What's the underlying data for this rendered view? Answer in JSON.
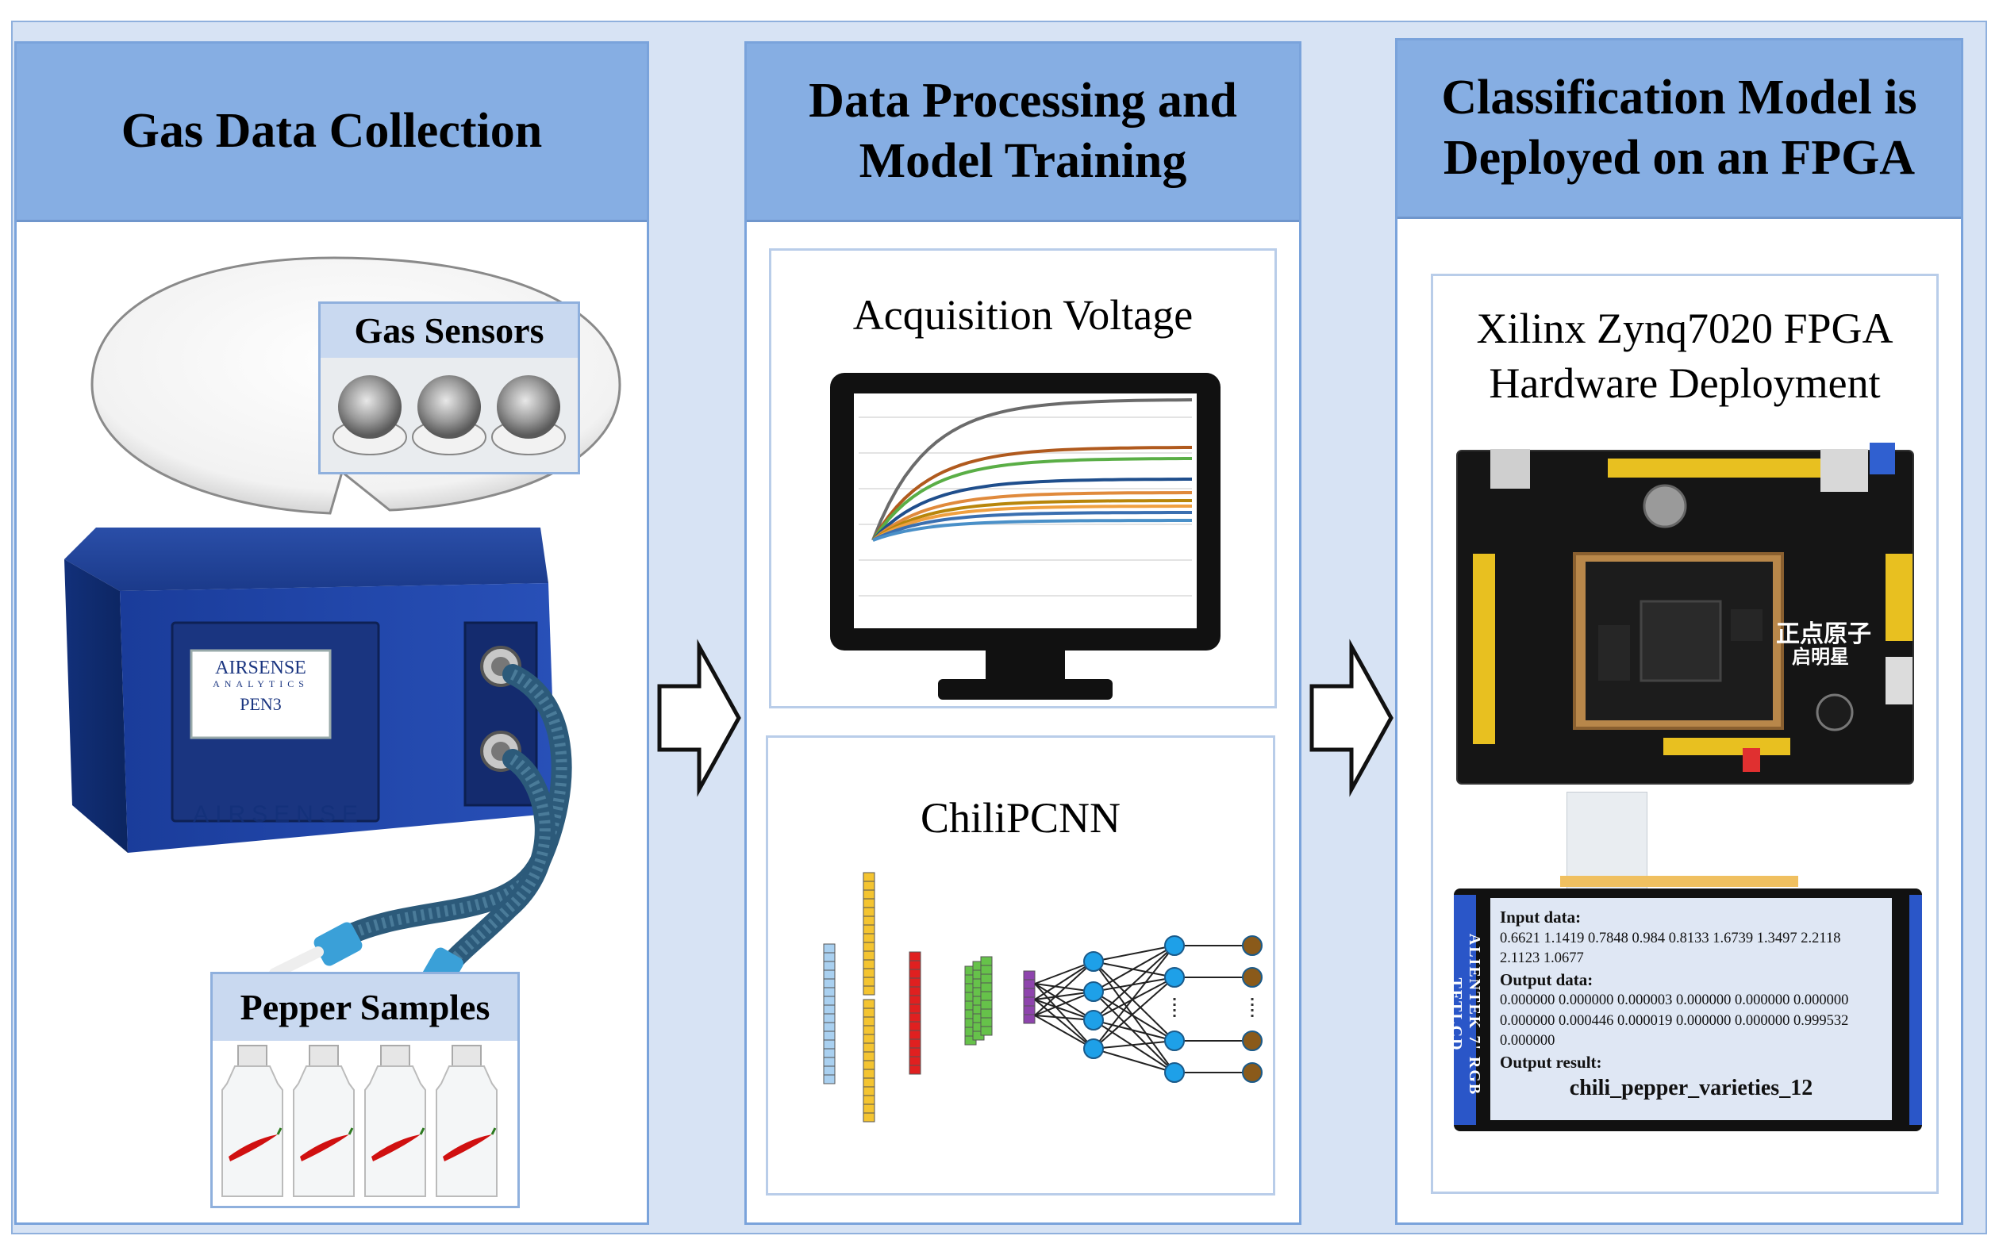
{
  "panels": {
    "collection": {
      "title": "Gas Data Collection",
      "gas_sensors_label": "Gas Sensors",
      "pepper_samples_label": "Pepper Samples",
      "device_brand": "AIRSENSE",
      "device_brand_sub": "ANALYTICS",
      "device_model": "PEN3",
      "device_case_text": "AIRSENSE"
    },
    "training": {
      "title": "Data Processing and\nModel Training",
      "chart_title": "Acquisition Voltage",
      "network_title": "ChiliPCNN"
    },
    "deploy": {
      "title": "Classification Model is\nDeployed on an FPGA",
      "hardware_title": "Xilinx Zynq7020 FPGA\nHardware Deployment",
      "board_brand": "正点原子",
      "board_model": "启明星",
      "lcd_side_label": "ALIENTEK 7' RGB TFTLCD",
      "lcd": {
        "input_label": "Input data:",
        "input_line1": "0.6621 1.1419 0.7848 0.984 0.8133 1.6739 1.3497 2.2118",
        "input_line2": "2.1123 1.0677",
        "output_label": "Output data:",
        "output_line1": "0.000000 0.000000 0.000003 0.000000 0.000000 0.000000",
        "output_line2": "0.000000 0.000446 0.000019 0.000000 0.000000 0.999532",
        "output_line3": "0.000000",
        "result_label": "Output result:",
        "result_value": "chili_pepper_varieties_12"
      }
    }
  },
  "colors": {
    "header": "#86aee3",
    "frame": "#d7e3f4",
    "curves": [
      "#6b6b6b",
      "#b05a1e",
      "#5aae46",
      "#1f4e8c",
      "#e08a3c",
      "#b8860b",
      "#f0a040",
      "#3a6fb0",
      "#4a90c8"
    ]
  }
}
